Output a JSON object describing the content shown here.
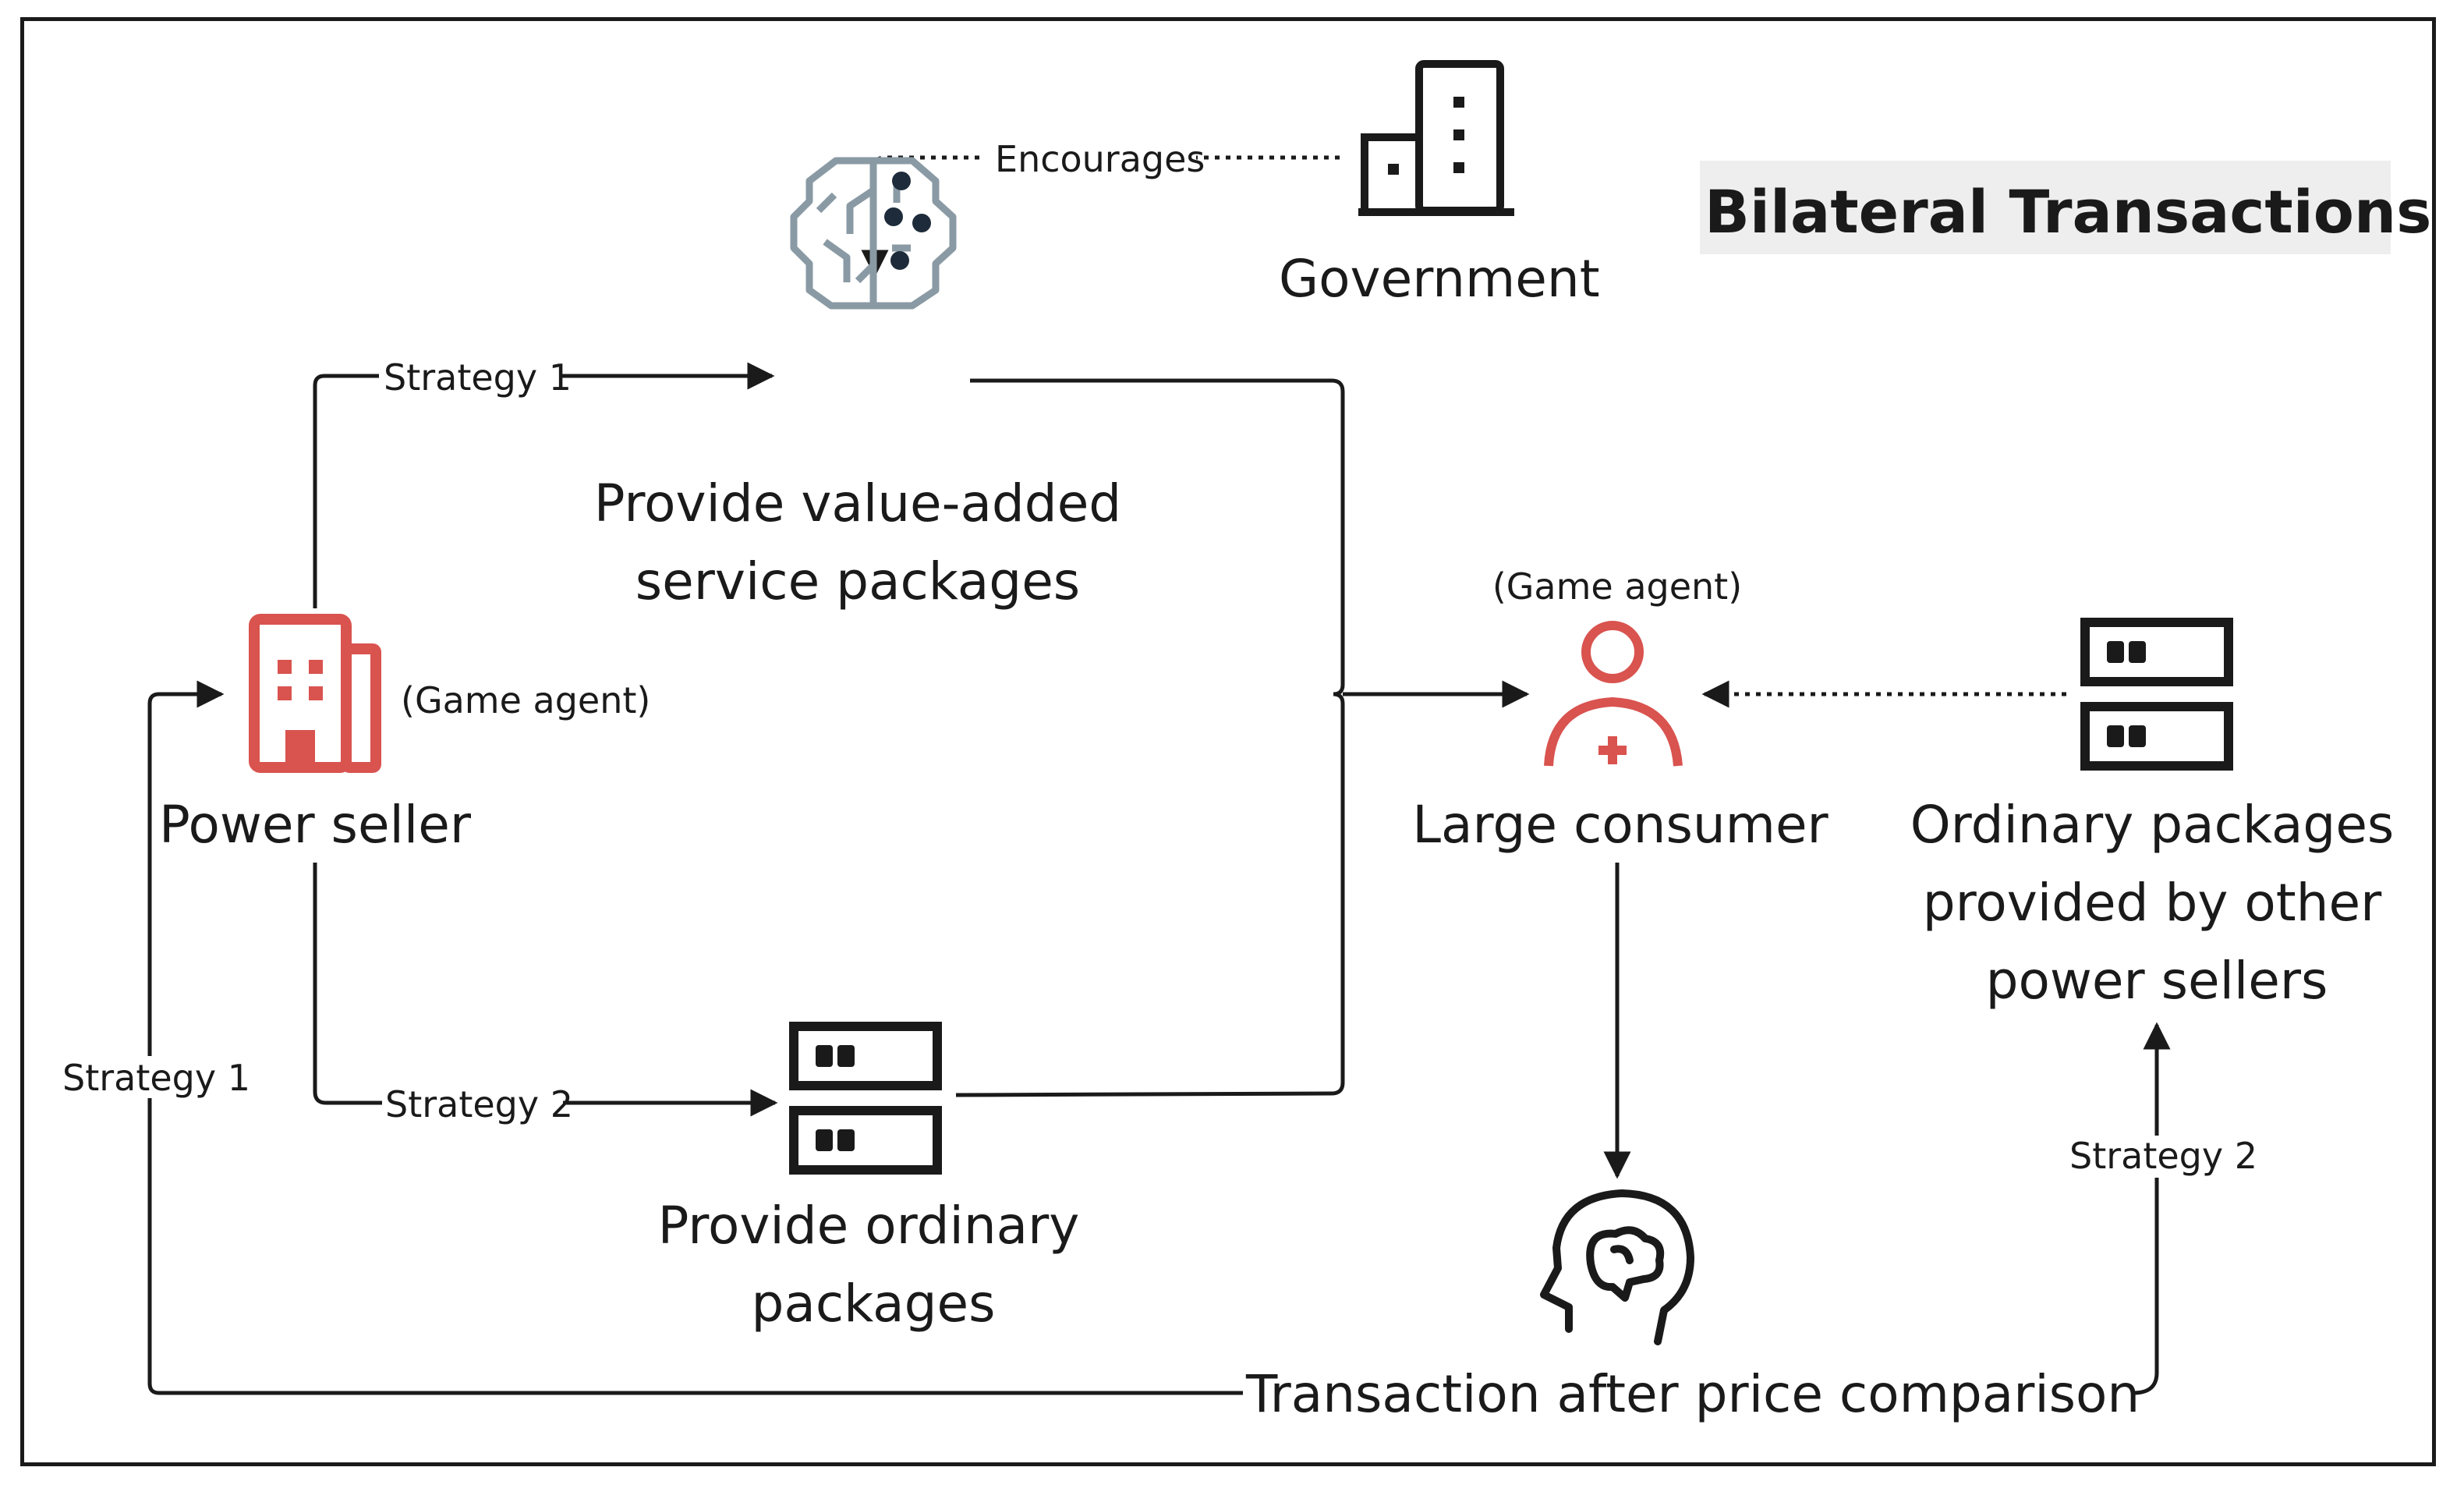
{
  "title": "Bilateral Transactions",
  "nodes": {
    "government": "Government",
    "value_added": [
      "Provide value-added",
      "service packages"
    ],
    "power_seller": "Power seller",
    "power_seller_tag": "(Game agent)",
    "large_consumer": "Large consumer",
    "large_consumer_tag": "(Game agent)",
    "ordinary_provide": [
      "Provide ordinary",
      "packages"
    ],
    "other_sellers": [
      "Ordinary packages",
      "provided by other",
      "power sellers"
    ],
    "transaction": "Transaction after price comparison"
  },
  "edges": {
    "encourages": "Encourages",
    "strategy1_top": "Strategy 1",
    "strategy2_bottom": "Strategy 2",
    "strategy1_left": "Strategy 1",
    "strategy2_right": "Strategy 2"
  },
  "icons": {
    "government": "government-building-icon",
    "value_added": "brain-network-icon",
    "power_seller": "power-company-building-icon",
    "large_consumer": "consumer-person-icon",
    "ordinary_provide": "server-packages-icon",
    "other_sellers": "server-packages-icon",
    "transaction": "thinking-head-icon"
  },
  "colors": {
    "accent": "#d9534f",
    "brain": "#8a9aa4",
    "ink": "#1a1a1a"
  }
}
